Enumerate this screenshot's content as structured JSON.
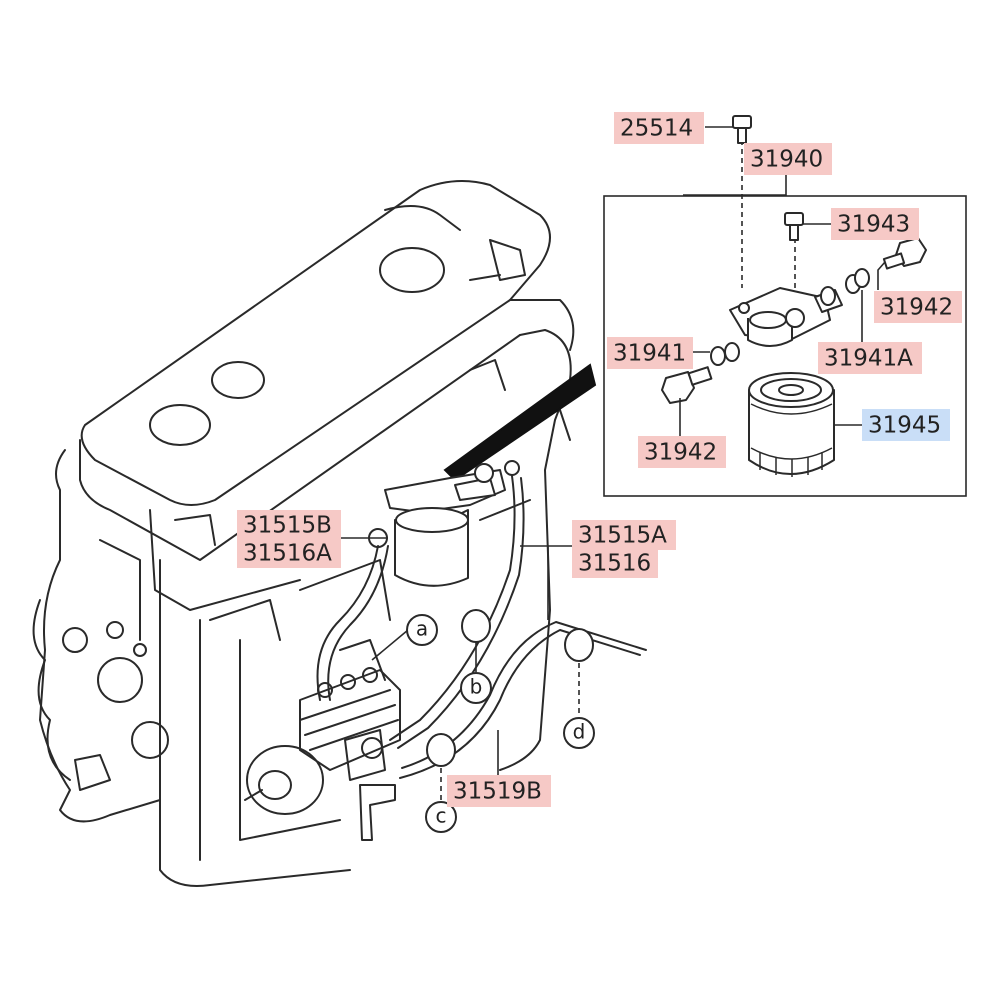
{
  "colors": {
    "label_default": "#f6c9c6",
    "label_highlight": "#c9def7",
    "line": "#2a2a2a"
  },
  "labels": {
    "p25514": "25514",
    "p31940": "31940",
    "p31943": "31943",
    "p31942_top": "31942",
    "p31941": "31941",
    "p31941A": "31941A",
    "p31942_bottom": "31942",
    "p31945": "31945",
    "p31515B": "31515B",
    "p31516A": "31516A",
    "p31515A": "31515A",
    "p31516": "31516",
    "p31519B": "31519B"
  },
  "callouts": {
    "a": "a",
    "b": "b",
    "c": "c",
    "d": "d"
  },
  "highlighted_part": "31945"
}
